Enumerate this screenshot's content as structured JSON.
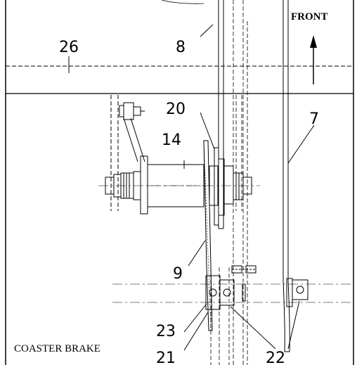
{
  "drawing": {
    "front_label": "FRONT",
    "caption": "COASTER BRAKE",
    "callouts": {
      "c26": "26",
      "c8": "8",
      "c20": "20",
      "c7": "7",
      "c14": "14",
      "c9": "9",
      "c23": "23",
      "c21": "21",
      "c22": "22"
    }
  }
}
